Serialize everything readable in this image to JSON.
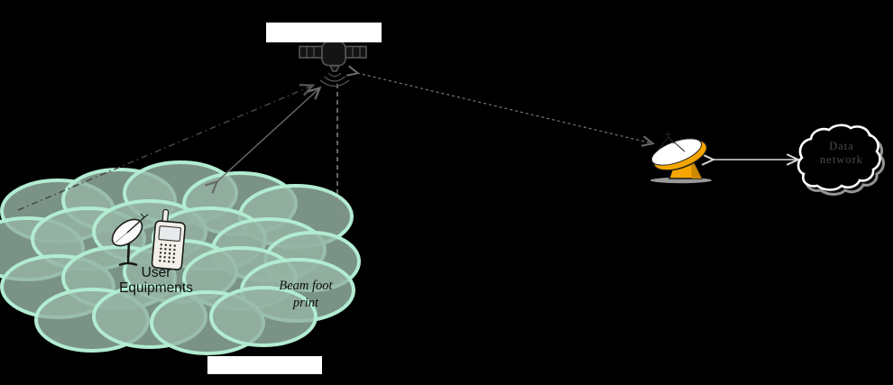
{
  "diagram": {
    "title_box_top": "",
    "title_box_bottom": "",
    "user_equipments": {
      "line1": "User",
      "line2": "Equipments"
    },
    "beam_footprint": {
      "line1": "Beam foot",
      "line2": "print"
    },
    "cloud": {
      "line1": "Data",
      "line2": "network"
    },
    "icons": {
      "satellite": "satellite-icon",
      "gateway_dish": "gateway-dish-icon",
      "user_dish": "satellite-dish-icon",
      "user_phone": "mobile-phone-icon",
      "cloud": "cloud-icon"
    },
    "colors": {
      "background": "#000000",
      "beam_fill": "#95b3a4",
      "beam_stroke": "#b2ecd2",
      "dish_orange": "#f5a500",
      "dish_orange_dark": "#cc8800",
      "label_box": "#ffffff",
      "diagram_lines": "#6a6a6a",
      "cloud_outline": "#ffffff",
      "cloud_shadow": "#949494",
      "link_arrow_light": "#d9d9d9",
      "text_dark": "#111111",
      "cloud_text": "#4a4a4a"
    }
  }
}
